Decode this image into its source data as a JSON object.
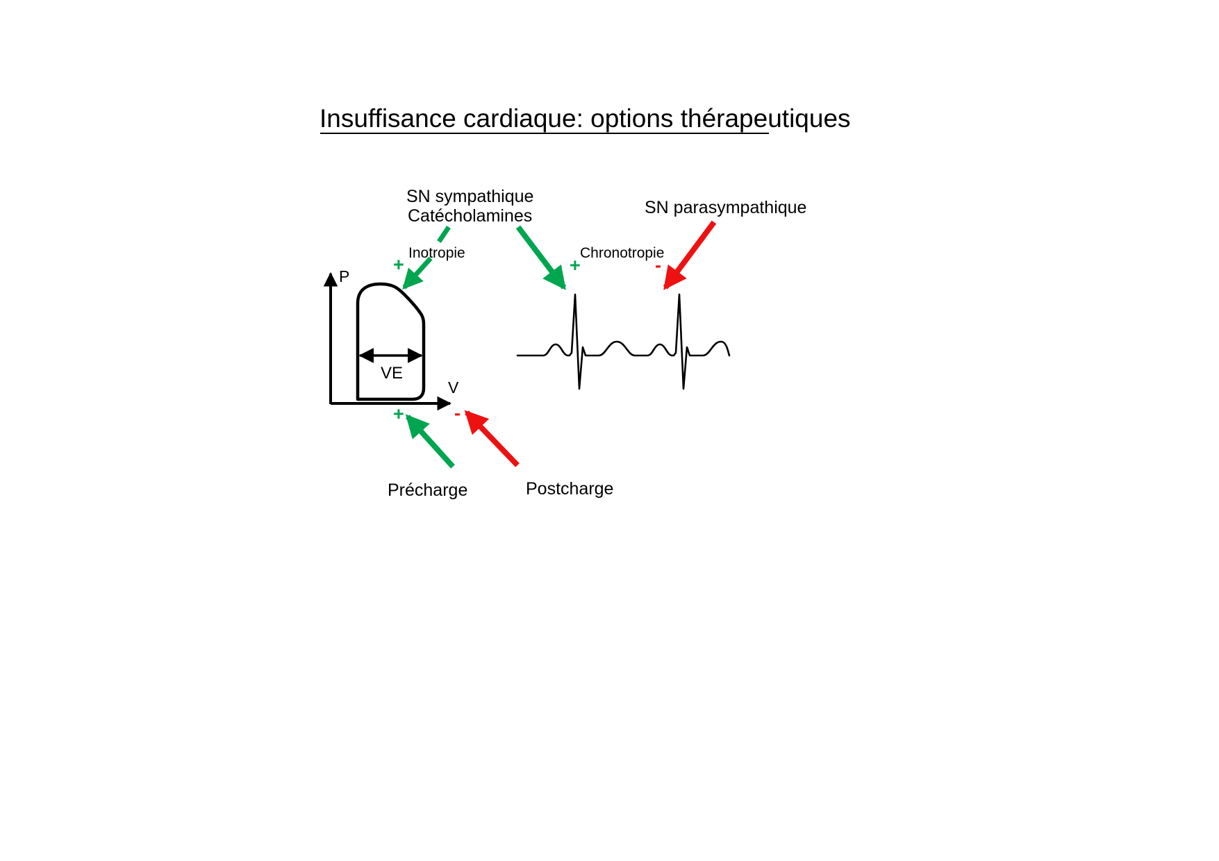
{
  "slide": {
    "title": "Insuffisance cardiaque: options thérapeutiques",
    "background_color": "#ffffff"
  },
  "colors": {
    "stimulatory": "#00a550",
    "inhibitory": "#ee1111",
    "ink": "#000000"
  },
  "labels": {
    "sympathetic_line1": "SN sympathique",
    "sympathetic_line2": "Catécholamines",
    "parasympathetic": "SN parasympathique",
    "inotropy": "Inotropie",
    "chronotropy": "Chronotropie",
    "preload": "Précharge",
    "afterload": "Postcharge",
    "stroke_volume": "VE"
  },
  "axes": {
    "pressure": "P",
    "volume": "V"
  },
  "signs": {
    "inotropy_plus": "+",
    "chronotropy_plus": "+",
    "chronotropy_minus": "-",
    "preload_plus": "+",
    "afterload_minus": "-"
  },
  "arrows": [
    {
      "name": "sympathetic-to-inotropy",
      "effect": "+",
      "color": "#00a550",
      "target": "Inotropie"
    },
    {
      "name": "sympathetic-to-chronotropy",
      "effect": "+",
      "color": "#00a550",
      "target": "Chronotropie"
    },
    {
      "name": "parasympathetic-to-chronotropy",
      "effect": "-",
      "color": "#ee1111",
      "target": "Chronotropie"
    },
    {
      "name": "preload-to-volume-axis",
      "effect": "+",
      "color": "#00a550",
      "target": "Précharge"
    },
    {
      "name": "afterload-to-volume-axis",
      "effect": "-",
      "color": "#ee1111",
      "target": "Postcharge"
    }
  ],
  "figures": {
    "pv_loop": {
      "name": "pressure-volume-loop",
      "x_axis": "V",
      "y_axis": "P",
      "annotation": "VE"
    },
    "ecg": {
      "name": "ecg-trace",
      "beats": 2
    }
  }
}
